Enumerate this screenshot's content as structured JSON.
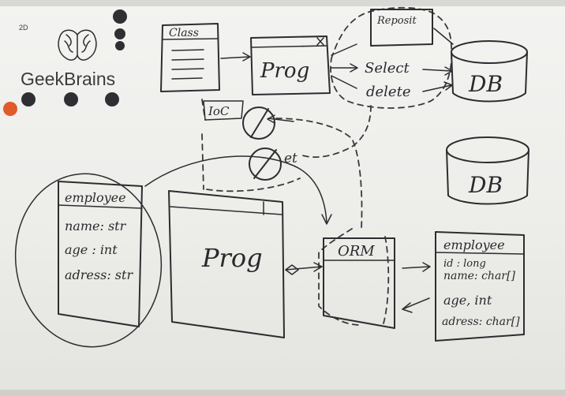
{
  "logo": {
    "brand": "GeekBrains",
    "badge": "2D"
  },
  "nodes": {
    "class_label": "Class",
    "prog_top": "Prog",
    "repository": "Reposit",
    "select": "Select",
    "delete": "delete",
    "db_top": "DB",
    "db_right": "DB",
    "ioc": "IoC",
    "get": "et",
    "prog_main": "Prog",
    "orm": "ORM"
  },
  "employee_left": {
    "title": "employee",
    "fields": [
      "name: str",
      "age : int",
      "adress: str"
    ]
  },
  "employee_right": {
    "title": "employee",
    "fields": [
      "id : long",
      "name: char[]",
      "age, int",
      "adress: char[]"
    ]
  },
  "colors": {
    "board": "#f3f3f1",
    "ink": "#2d2d31",
    "magnet": "#2f2f33",
    "marker": "#e05a2a"
  }
}
